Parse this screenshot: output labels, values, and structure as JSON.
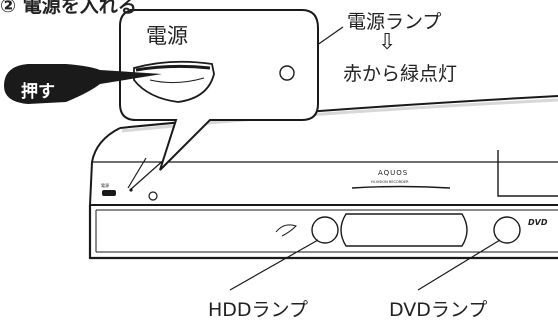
{
  "heading_fragment": "② 電源を入れる",
  "callout": {
    "power_button_label": "電源",
    "power_lamp_label": "電源ランプ",
    "arrow": "⇩",
    "lamp_change_text": "赤から緑点灯",
    "press_label": "押す"
  },
  "device": {
    "brand": "AQUOS",
    "model_line": "HI-VISION RECORDER",
    "panel_power_text": "電源",
    "dvd_logo": "DVD"
  },
  "bottom_labels": {
    "hdd_lamp": "HDDランプ",
    "dvd_lamp": "DVDランプ"
  },
  "colors": {
    "outline": "#1a1a1a",
    "press_marker": "#1a1a1a",
    "body_fill": "#ffffff",
    "shadow": "#d7d7d7"
  }
}
